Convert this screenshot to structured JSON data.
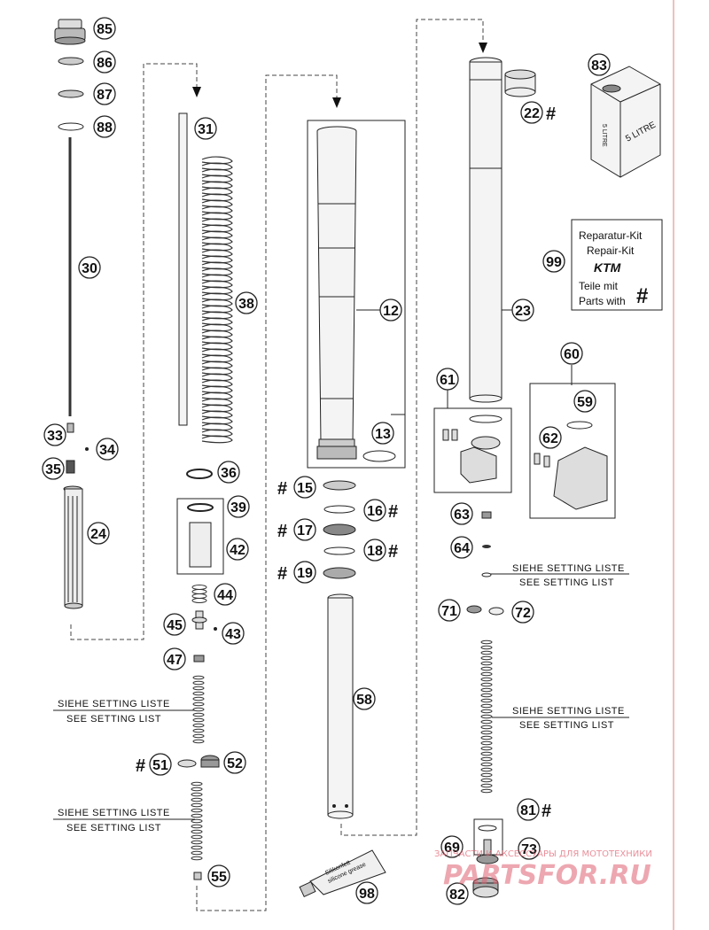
{
  "parts": {
    "p85": "85",
    "p86": "86",
    "p87": "87",
    "p88": "88",
    "p30": "30",
    "p33": "33",
    "p34": "34",
    "p35": "35",
    "p24": "24",
    "p31": "31",
    "p38": "38",
    "p36": "36",
    "p39": "39",
    "p42": "42",
    "p44": "44",
    "p45": "45",
    "p43": "43",
    "p47": "47",
    "p51": "51",
    "p52": "52",
    "p55": "55",
    "p12": "12",
    "p13": "13",
    "p15": "15",
    "p16": "16",
    "p17": "17",
    "p18": "18",
    "p19": "19",
    "p58": "58",
    "p98": "98",
    "p22": "22",
    "p23": "23",
    "p83": "83",
    "p99": "99",
    "p60": "60",
    "p59": "59",
    "p61": "61",
    "p62": "62",
    "p63": "63",
    "p64": "64",
    "p71": "71",
    "p72": "72",
    "p81": "81",
    "p69": "69",
    "p73": "73",
    "p82": "82"
  },
  "hash_mark": "#",
  "setting_list": {
    "line1": "SIEHE SETTING LISTE",
    "line2": "SEE SETTING LIST"
  },
  "repair_kit": {
    "line1": "Reparatur-Kit",
    "line2": "Repair-Kit",
    "brand": "KTM",
    "line3": "Teile mit",
    "line4": "Parts with",
    "symbol": "#"
  },
  "oil_can": {
    "label": "5 LITRE"
  },
  "grease_tube": {
    "label1": "Silikonfett",
    "label2": "silicone grease"
  },
  "watermark": {
    "text": "ЗАПЧАСТИ И АКСЕССУАРЫ ДЛЯ МОТОТЕХНИКИ",
    "logo": "PARTSFOR.RU"
  },
  "colors": {
    "line": "#222222",
    "margin_line": "#e08080",
    "watermark": "#e06070"
  }
}
